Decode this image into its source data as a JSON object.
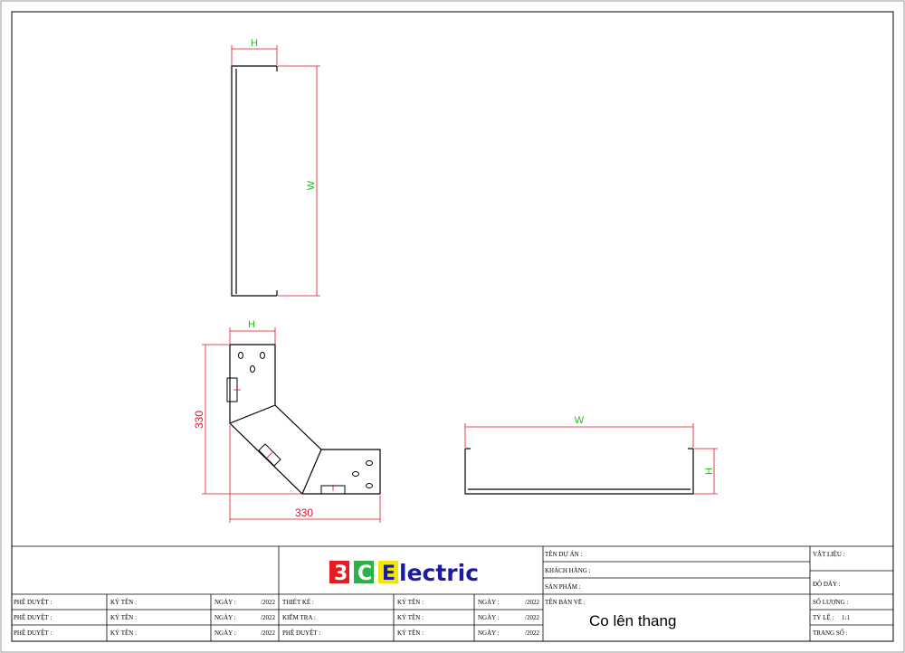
{
  "drawing": {
    "top_view": {
      "dim_h": "H",
      "dim_w": "W"
    },
    "front_view": {
      "dim_h": "H",
      "dim_height": "330",
      "dim_width": "330"
    },
    "side_view": {
      "dim_w": "W",
      "dim_h": "H"
    }
  },
  "logo": {
    "letter1": "3",
    "letter2": "C",
    "letter3": "E",
    "rest": "lectric",
    "colors": {
      "box1": "#e31b23",
      "box2": "#2bb34a",
      "box3": "#f2e600",
      "text": "#1a1aa6"
    }
  },
  "title_block": {
    "project_name": "TÊN DỰ ÁN :",
    "customer": "KHÁCH HÀNG :",
    "product": "SẢN PHẨM :",
    "drawing_name_label": "TÊN BẢN VẼ :",
    "drawing_name": "Co lên thang",
    "material": "VẬT LIỆU :",
    "thickness": "ĐỘ DÀY :",
    "quantity": "SỐ LƯỢNG :",
    "scale_label": "TỶ LỆ :",
    "scale_value": "1:1",
    "page_label": "TRANG SỐ :",
    "left_rows": [
      {
        "role": "PHÊ DUYỆT :",
        "sign": "KÝ TÊN :",
        "date": "NGÀY :",
        "year": "/2022"
      },
      {
        "role": "PHÊ DUYỆT :",
        "sign": "KÝ TÊN :",
        "date": "NGÀY :",
        "year": "/2022"
      },
      {
        "role": "PHÊ DUYỆT :",
        "sign": "KÝ TÊN :",
        "date": "NGÀY :",
        "year": "/2022"
      }
    ],
    "mid_rows": [
      {
        "role": "THIẾT KẾ :",
        "sign": "KÝ TÊN :",
        "date": "NGÀY :",
        "year": "/2022"
      },
      {
        "role": "KIỂM TRA :",
        "sign": "KÝ TÊN :",
        "date": "NGÀY :",
        "year": "/2022"
      },
      {
        "role": "PHÊ DUYỆT :",
        "sign": "KÝ TÊN :",
        "date": "NGÀY :",
        "year": "/2022"
      }
    ]
  }
}
